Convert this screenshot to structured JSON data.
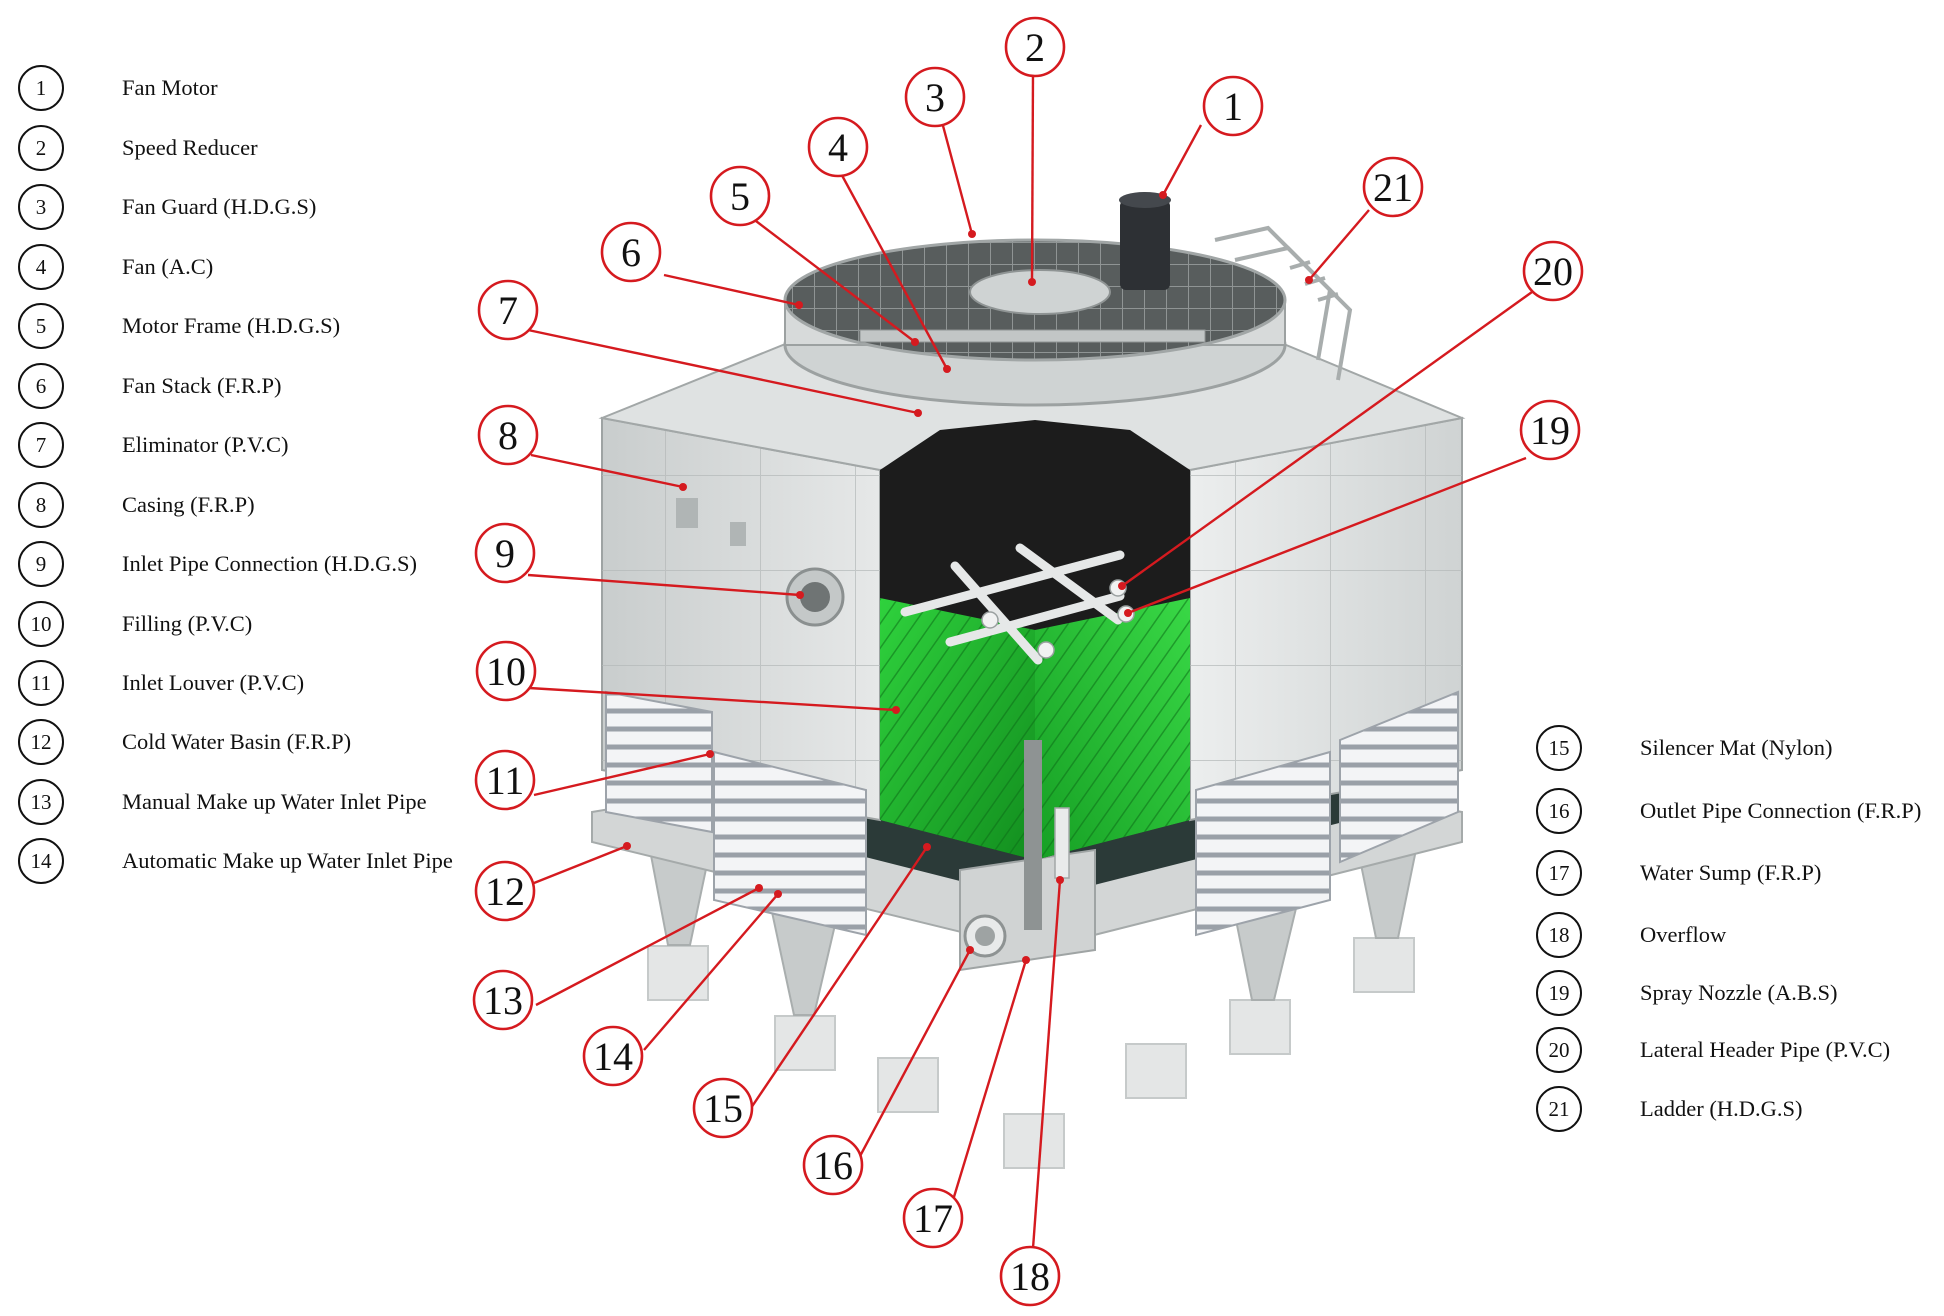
{
  "legend_left": [
    {
      "num": "1",
      "label": "Fan Motor"
    },
    {
      "num": "2",
      "label": "Speed Reducer"
    },
    {
      "num": "3",
      "label": "Fan Guard (H.D.G.S)"
    },
    {
      "num": "4",
      "label": "Fan (A.C)"
    },
    {
      "num": "5",
      "label": "Motor Frame (H.D.G.S)"
    },
    {
      "num": "6",
      "label": "Fan Stack (F.R.P)"
    },
    {
      "num": "7",
      "label": "Eliminator (P.V.C)"
    },
    {
      "num": "8",
      "label": "Casing (F.R.P)"
    },
    {
      "num": "9",
      "label": "Inlet Pipe Connection (H.D.G.S)"
    },
    {
      "num": "10",
      "label": "Filling (P.V.C)"
    },
    {
      "num": "11",
      "label": "Inlet Louver (P.V.C)"
    },
    {
      "num": "12",
      "label": "Cold Water Basin (F.R.P)"
    },
    {
      "num": "13",
      "label": "Manual Make up Water Inlet Pipe"
    },
    {
      "num": "14",
      "label": "Automatic Make up Water Inlet Pipe"
    }
  ],
  "legend_right": [
    {
      "num": "15",
      "label": "Silencer Mat (Nylon)"
    },
    {
      "num": "16",
      "label": "Outlet Pipe Connection (F.R.P)"
    },
    {
      "num": "17",
      "label": "Water Sump (F.R.P)"
    },
    {
      "num": "18",
      "label": "Overflow"
    },
    {
      "num": "19",
      "label": "Spray Nozzle (A.B.S)"
    },
    {
      "num": "20",
      "label": "Lateral Header Pipe (P.V.C)"
    },
    {
      "num": "21",
      "label": "Ladder (H.D.G.S)"
    }
  ],
  "callouts": [
    "1",
    "2",
    "3",
    "4",
    "5",
    "6",
    "7",
    "8",
    "9",
    "10",
    "11",
    "12",
    "13",
    "14",
    "15",
    "16",
    "17",
    "18",
    "19",
    "20",
    "21"
  ],
  "colors": {
    "callout_red": "#d51a1f",
    "casing_gray": "#d9dcdc",
    "fill_green": "#23c233",
    "interior_dark": "#1c1c1c",
    "basin_dark": "#2b3a38"
  }
}
